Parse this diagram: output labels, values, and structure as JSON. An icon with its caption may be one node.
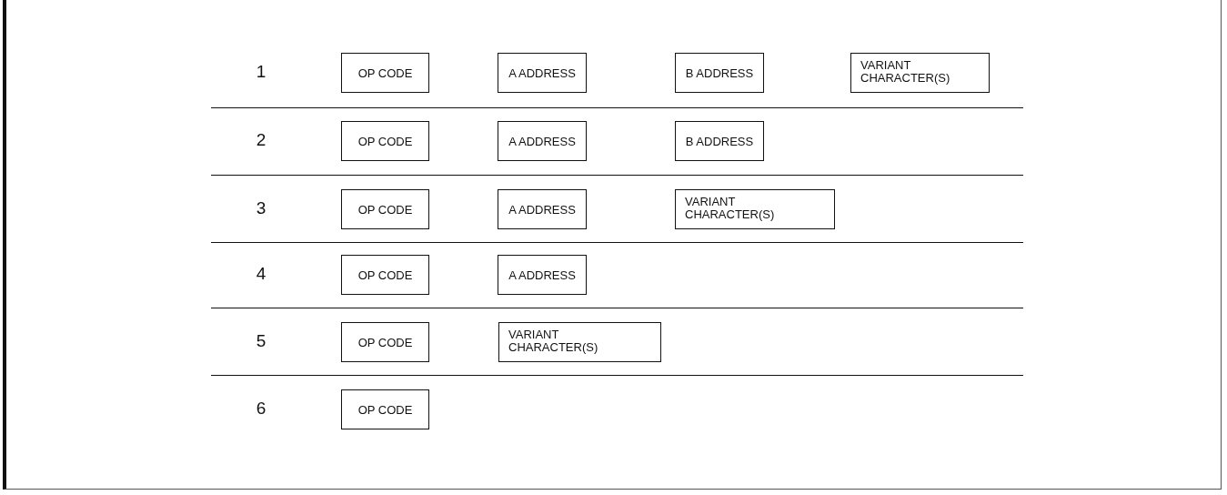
{
  "diagram": {
    "nodes": [
      {
        "text": [
          "OP CODE"
        ]
      },
      {
        "text": [
          "A ADDRESS"
        ]
      },
      {
        "text": [
          "B ADDRESS"
        ]
      },
      {
        "text": [
          "VARIANT CHARACTER(S)"
        ]
      },
      {
        "text": [
          "OP CODE"
        ]
      },
      {
        "text": [
          "A ADDRESS"
        ]
      },
      {
        "text": [
          "B ADDRESS"
        ]
      },
      {
        "text": [
          "OP CODE"
        ]
      },
      {
        "text": [
          "A ADDRESS"
        ]
      },
      {
        "text": [
          "VARIANT CHARACTER(S)"
        ]
      },
      {
        "text": [
          "OP CODE"
        ]
      },
      {
        "text": [
          "A ADDRESS"
        ]
      },
      {
        "text": [
          "OP CODE"
        ]
      },
      {
        "text": [
          "VARIANT CHARACTER(S)"
        ]
      },
      {
        "text": [
          "OP CODE"
        ]
      }
    ],
    "edges": [],
    "labels": [
      "1",
      "2",
      "3",
      "4",
      "5",
      "6"
    ]
  }
}
